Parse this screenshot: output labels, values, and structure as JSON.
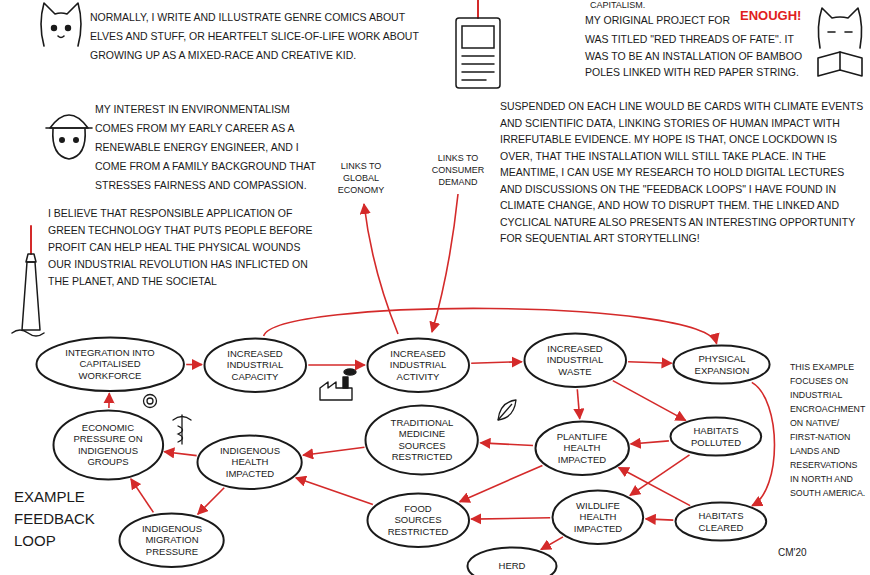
{
  "diagram": {
    "title": "EXAMPLE FEEDBACK LOOP",
    "nodes": [
      {
        "text": [
          "INTEGRATION INTO CAPITALISED WORKFORCE"
        ]
      },
      {
        "text": [
          "INCREASED INDUSTRIAL CAPACITY"
        ]
      },
      {
        "text": [
          "INCREASED INDUSTRIAL ACTIVITY"
        ]
      },
      {
        "text": [
          "INCREASED INDUSTRIAL WASTE"
        ]
      },
      {
        "text": [
          "PHYSICAL EXPANSION"
        ]
      },
      {
        "text": [
          "ECONOMIC PRESSURE ON INDIGENOUS GROUPS"
        ]
      },
      {
        "text": [
          "INDIGENOUS HEALTH IMPACTED"
        ]
      },
      {
        "text": [
          "TRADITIONAL MEDICINE SOURCES RESTRICTED"
        ]
      },
      {
        "text": [
          "PLANTLIFE HEALTH IMPACTED"
        ]
      },
      {
        "text": [
          "HABITATS POLLUTED"
        ]
      },
      {
        "text": [
          "INDIGENOUS MIGRATION PRESSURE"
        ]
      },
      {
        "text": [
          "FOOD SOURCES RESTRICTED"
        ]
      },
      {
        "text": [
          "WILDLIFE HEALTH IMPACTED"
        ]
      },
      {
        "text": [
          "HABITATS CLEARED"
        ]
      },
      {
        "text": [
          "HERD"
        ]
      }
    ],
    "edges": [
      {
        "from": 0,
        "to": 1,
        "arrow": "to"
      },
      {
        "from": 1,
        "to": 2,
        "arrow": "to"
      },
      {
        "from": 2,
        "to": 3,
        "arrow": "to"
      },
      {
        "from": 3,
        "to": 4,
        "arrow": "to"
      },
      {
        "from": 1,
        "to": 4,
        "arrow": "to"
      },
      {
        "from": 3,
        "to": 9,
        "arrow": "to"
      },
      {
        "from": 3,
        "to": 8,
        "arrow": "to"
      },
      {
        "from": 4,
        "to": 13,
        "arrow": "to"
      },
      {
        "from": 9,
        "to": 8,
        "arrow": "to"
      },
      {
        "from": 9,
        "to": 12,
        "arrow": "to"
      },
      {
        "from": 13,
        "to": 12,
        "arrow": "to"
      },
      {
        "from": 13,
        "to": 8,
        "arrow": "to"
      },
      {
        "from": 8,
        "to": 7,
        "arrow": "to"
      },
      {
        "from": 8,
        "to": 11,
        "arrow": "to"
      },
      {
        "from": 12,
        "to": 11,
        "arrow": "to"
      },
      {
        "from": 12,
        "to": 14,
        "arrow": "to"
      },
      {
        "from": 7,
        "to": 6,
        "arrow": "to"
      },
      {
        "from": 11,
        "to": 6,
        "arrow": "to"
      },
      {
        "from": 6,
        "to": 5,
        "arrow": "to"
      },
      {
        "from": 6,
        "to": 10,
        "arrow": "to"
      },
      {
        "from": 10,
        "to": 5,
        "arrow": "to"
      },
      {
        "from": 5,
        "to": 0,
        "arrow": "to"
      }
    ],
    "labels": [
      "NORMALLY, I WRITE AND ILLUSTRATE GENRE COMICS ABOUT ELVES AND STUFF, OR HEARTFELT SLICE-OF-LIFE WORK ABOUT GROWING UP AS A MIXED-RACE AND CREATIVE KID.",
      "MY INTEREST IN ENVIRONMENTALISM COMES FROM MY EARLY CAREER AS A RENEWABLE ENERGY ENGINEER, AND I COME FROM A FAMILY BACKGROUND THAT STRESSES FAIRNESS AND COMPASSION.",
      "I BELIEVE THAT RESPONSIBLE APPLICATION OF GREEN TECHNOLOGY THAT PUTS PEOPLE BEFORE PROFIT CAN HELP HEAL THE PHYSICAL WOUNDS OUR INDUSTRIAL REVOLUTION HAS INFLICTED ON THE PLANET, AND THE SOCIETAL",
      "CAPITALISM.",
      "MY ORIGINAL PROJECT FOR",
      "ENOUGH!",
      "WAS TITLED \"RED THREADS OF FATE\". IT WAS TO BE AN INSTALLATION OF BAMBOO POLES LINKED WITH RED PAPER STRING.",
      "SUSPENDED ON EACH LINE WOULD BE CARDS WITH CLIMATE EVENTS AND SCIENTIFIC DATA, LINKING STORIES OF HUMAN IMPACT WITH IRREFUTABLE EVIDENCE. MY HOPE IS THAT, ONCE LOCKDOWN IS OVER, THAT THE INSTALLATION WILL STILL TAKE PLACE. IN THE MEANTIME, I CAN USE MY RESEARCH TO HOLD DIGITAL LECTURES AND DISCUSSIONS ON THE \"FEEDBACK LOOPS\" I HAVE FOUND IN CLIMATE CHANGE, AND HOW TO DISRUPT THEM. THE LINKED AND CYCLICAL NATURE ALSO PRESENTS AN INTERESTING OPPORTUNITY FOR SEQUENTIAL ART STORYTELLING!",
      "LINKS TO GLOBAL ECONOMY",
      "LINKS TO CONSUMER DEMAND",
      "THIS EXAMPLE FOCUSES ON INDUSTRIAL ENCROACHMENT ON NATIVE/ FIRST-NATION LANDS AND RESERVATIONS IN NORTH AND SOUTH AMERICA.",
      "CM'20"
    ]
  }
}
